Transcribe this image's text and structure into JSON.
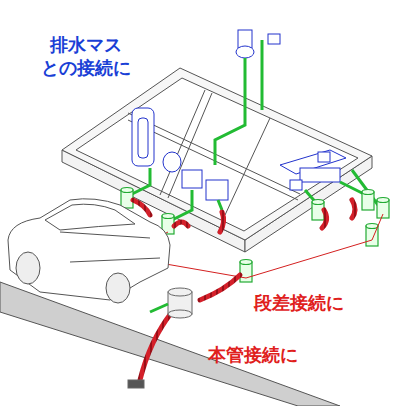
{
  "diagram": {
    "labels": [
      "排水マス との接続に",
      "段差接続に",
      "本管接続に"
    ]
  }
}
